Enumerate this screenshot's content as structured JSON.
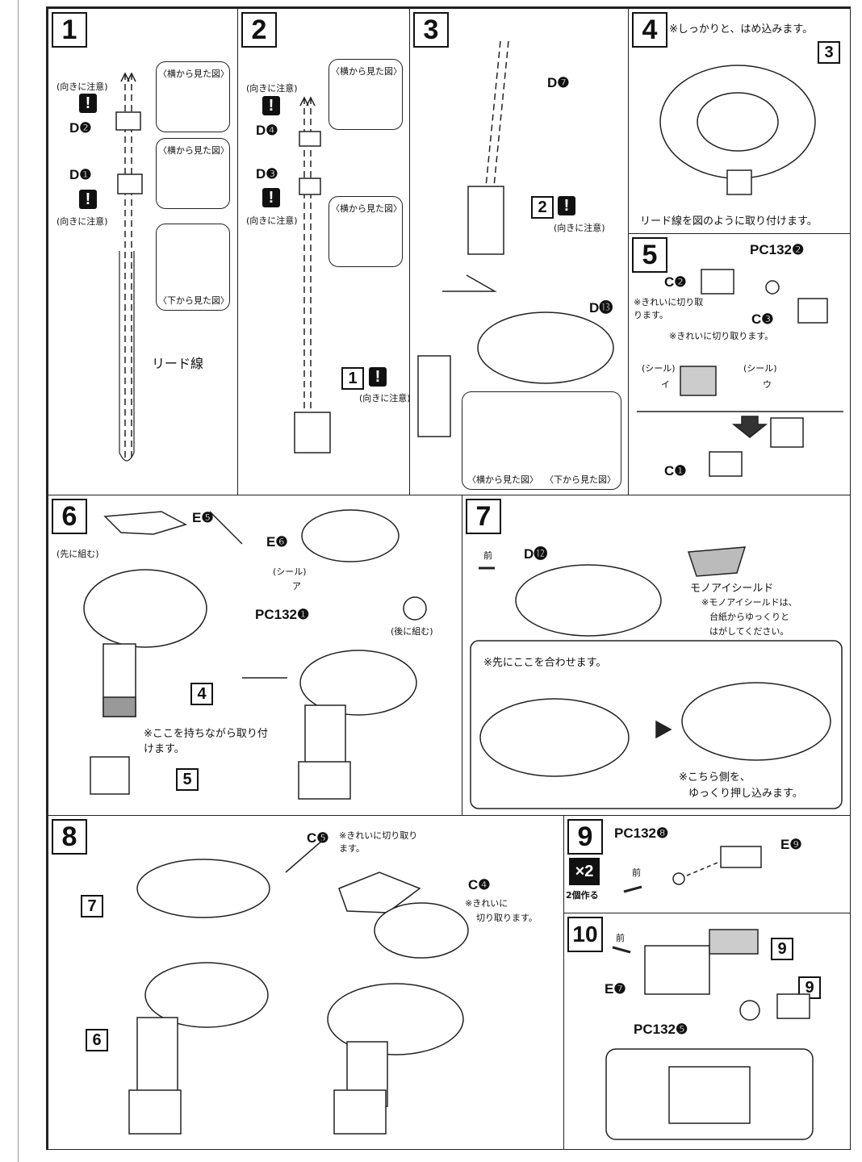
{
  "steps": {
    "s1": {
      "no": "1",
      "side_view": "〈横から見た図〉",
      "bottom_view": "〈下から見た図〉",
      "d2": "D❷",
      "d1": "D❶",
      "caution": "(向きに注意)",
      "lead": "リード線"
    },
    "s2": {
      "no": "2",
      "side_view": "〈横から見た図〉",
      "d4": "D❹",
      "d3": "D❸",
      "caution": "(向きに注意)",
      "ref": "1"
    },
    "s3": {
      "no": "3",
      "d7": "D❼",
      "d13": "D⓭",
      "ref": "2",
      "caution": "(向きに注意)",
      "side_view": "〈横から見た図〉",
      "bottom_view": "〈下から見た図〉"
    },
    "s4": {
      "no": "4",
      "note": "※しっかりと、はめ込みます。",
      "ref": "3",
      "caption": "リード線を図のように取り付けます。"
    },
    "s5": {
      "no": "5",
      "pc": "PC132❷",
      "c2": "C❷",
      "c3": "C❸",
      "c1": "C❶",
      "cut1": "※きれいに切り取ります。",
      "cut2": "※きれいに切り取ります。",
      "seal1": "(シール)",
      "seal1_id": "イ",
      "seal2": "(シール)",
      "seal2_id": "ウ"
    },
    "s6": {
      "no": "6",
      "e5": "E❺",
      "first": "(先に組む)",
      "ref4": "4",
      "hold": "※ここを持ちながら取り付けます。",
      "ref5": "5",
      "e6": "E❻",
      "seal": "(シール)",
      "seal_id": "ア",
      "pc": "PC132❶",
      "later": "(後に組む)"
    },
    "s7": {
      "no": "7",
      "front": "前",
      "d12": "D⓬",
      "shield": "モノアイシールド",
      "shield_note1": "※モノアイシールドは、",
      "shield_note2": "台紙からゆっくりと",
      "shield_note3": "はがしてください。",
      "step1": "※先にここを合わせます。",
      "step2_a": "※こちら側を、",
      "step2_b": "ゆっくり押し込みます。"
    },
    "s8": {
      "no": "8",
      "ref7": "7",
      "ref6": "6",
      "c5": "C❺",
      "c5_note": "※きれいに切り取ります。",
      "c4": "C❹",
      "c4_note1": "※きれいに",
      "c4_note2": "切り取ります。"
    },
    "s9": {
      "no": "9",
      "pc": "PC132❽",
      "e9": "E❾",
      "front": "前",
      "times": "×2",
      "make2": "2個作る"
    },
    "s10": {
      "no": "10",
      "front": "前",
      "e7": "E❼",
      "ref9a": "9",
      "ref9b": "9",
      "pc": "PC132❺"
    }
  }
}
